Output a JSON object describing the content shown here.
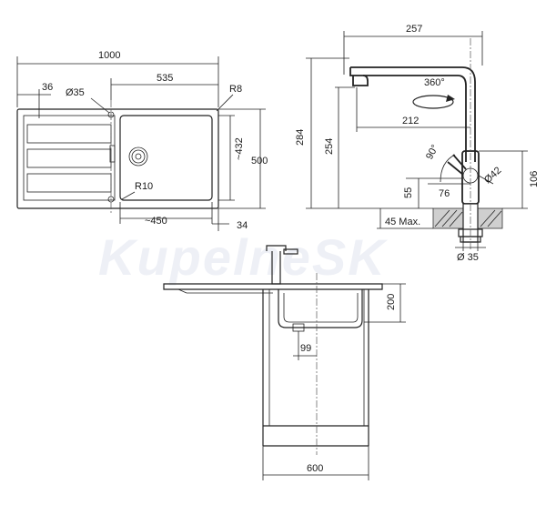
{
  "watermark": "KupelneSK",
  "sink_top_view": {
    "overall_width": "1000",
    "bowl_width": "535",
    "edge_offset": "36",
    "tap_hole_diameter": "Ø35",
    "corner_radius_outer": "R8",
    "corner_radius_inner": "R10",
    "bowl_depth": "~432",
    "overall_depth": "500",
    "bowl_inner_width": "~450",
    "edge_gap": "34"
  },
  "faucet_side_view": {
    "spout_reach": "257",
    "rotation": "360°",
    "spout_inner_reach": "212",
    "overall_height": "284",
    "spout_height": "254",
    "lever_angle": "90°",
    "lever_offset": "76",
    "lever_height": "55",
    "body_diameter": "Ø42",
    "base_height": "106",
    "max_deck_thickness": "45 Max.",
    "mount_hole_diameter": "Ø 35"
  },
  "cabinet_front_view": {
    "bowl_height": "200",
    "drain_offset": "99",
    "cabinet_width": "600"
  }
}
